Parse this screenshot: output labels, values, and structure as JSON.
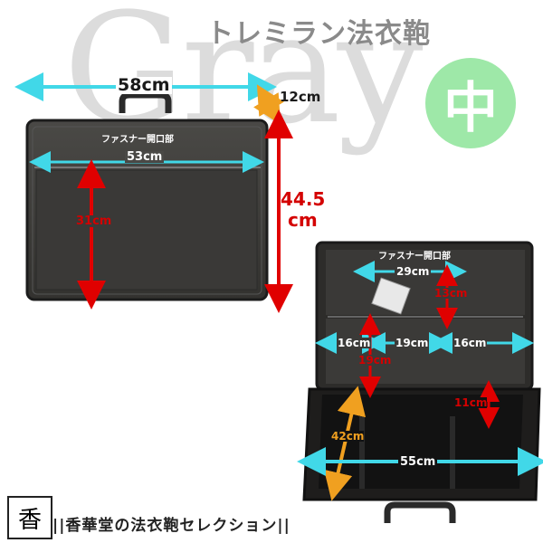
{
  "background_word": "Gray",
  "title": "トレミラン法衣鞄",
  "size_badge": "中",
  "closed_bag": {
    "width": "58cm",
    "depth": "12cm",
    "height_top": "44.5",
    "height_unit": "cm",
    "zip_label": "ファスナー開口部",
    "zip_width": "53cm",
    "pocket_height": "31cm"
  },
  "open_bag": {
    "zip_label": "ファスナー開口部",
    "zip_width": "29cm",
    "pocket_height": "13cm",
    "pocket_left": "16cm",
    "pocket_mid": "19cm",
    "pocket_right": "16cm",
    "lid_section": "19cm",
    "base_depth": "11cm",
    "base_length": "42cm",
    "base_width": "55cm"
  },
  "footer": {
    "seal_char": "香",
    "shop_name": "||香華堂の法衣鞄セレクション||"
  },
  "colors": {
    "cyan_arrow": "#41d8e8",
    "red_arrow": "#e00000",
    "orange_arrow": "#f0a020",
    "badge": "#9ee8a8",
    "bag_body": "#3c3b39"
  }
}
